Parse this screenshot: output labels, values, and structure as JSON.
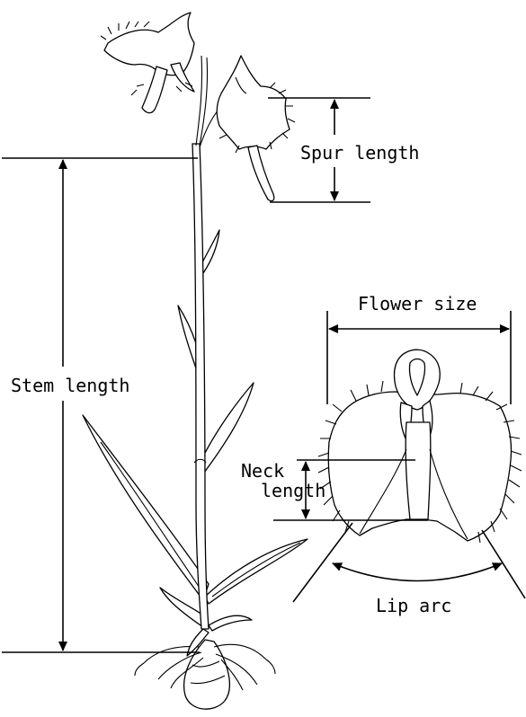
{
  "labels": {
    "spur_length": "Spur length",
    "stem_length": "Stem length",
    "flower_size": "Flower size",
    "neck_length_line1": "Neck",
    "neck_length_line2": "length",
    "lip_arc": "Lip arc"
  },
  "icons": [
    "orchid-plant-drawing",
    "orchid-flower-closeup"
  ]
}
